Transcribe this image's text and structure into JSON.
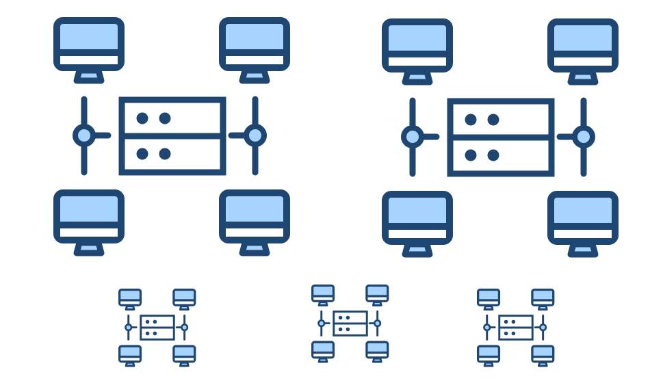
{
  "icon_name": "network-server-icon",
  "colors": {
    "stroke": "#1f4670",
    "fill": "#a6d4ff",
    "background": "#ffffff"
  },
  "icons": [
    {
      "variant": "large"
    },
    {
      "variant": "large"
    },
    {
      "variant": "small"
    },
    {
      "variant": "small"
    },
    {
      "variant": "small"
    }
  ]
}
